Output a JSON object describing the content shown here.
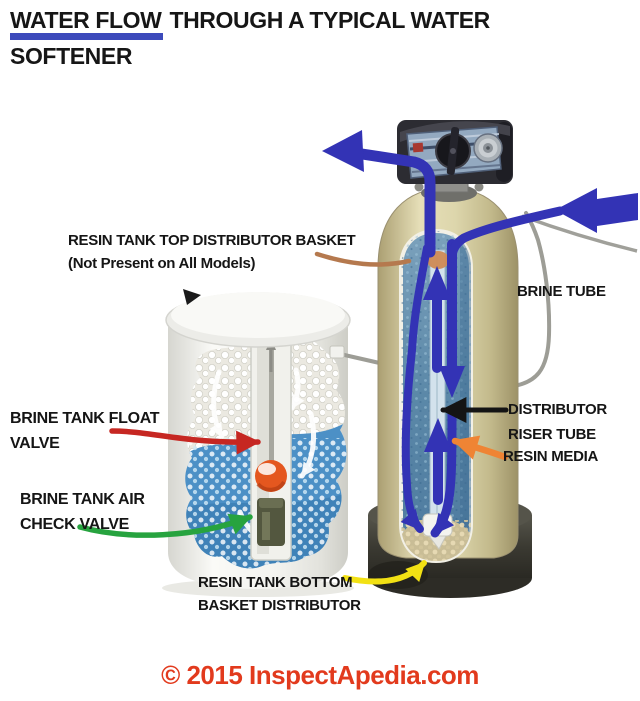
{
  "title": {
    "underlined": "WATER FLOW",
    "rest": "THROUGH A TYPICAL WATER",
    "line2": "SOFTENER"
  },
  "labels": {
    "top_basket": {
      "line1": "RESIN TANK TOP DISTRIBUTOR BASKET",
      "line2": "(Not Present on All Models)"
    },
    "brine_tube": "BRINE TUBE",
    "distributor_riser": {
      "line1": "DISTRIBUTOR",
      "line2": "RISER TUBE"
    },
    "resin_media": "RESIN MEDIA",
    "brine_float": {
      "line1": "BRINE TANK FLOAT",
      "line2": "VALVE"
    },
    "brine_air": {
      "line1": "BRINE TANK AIR",
      "line2": "CHECK VALVE"
    },
    "bottom_basket": {
      "line1": "RESIN TANK BOTTOM",
      "line2": "BASKET DISTRIBUTOR"
    }
  },
  "footer": {
    "copyright": "© 2015 InspectApedia.com"
  },
  "colors": {
    "flow_arrow": "#3333b5",
    "title_underline": "#3c4abb",
    "float_arrow": "#c62722",
    "air_arrow": "#27a33f",
    "bottom_arrow": "#f2e114",
    "media_arrow": "#ef8434",
    "basket_leader": "#b5794e",
    "riser_arrow": "#141414",
    "copyright_text": "#e23a1d"
  }
}
